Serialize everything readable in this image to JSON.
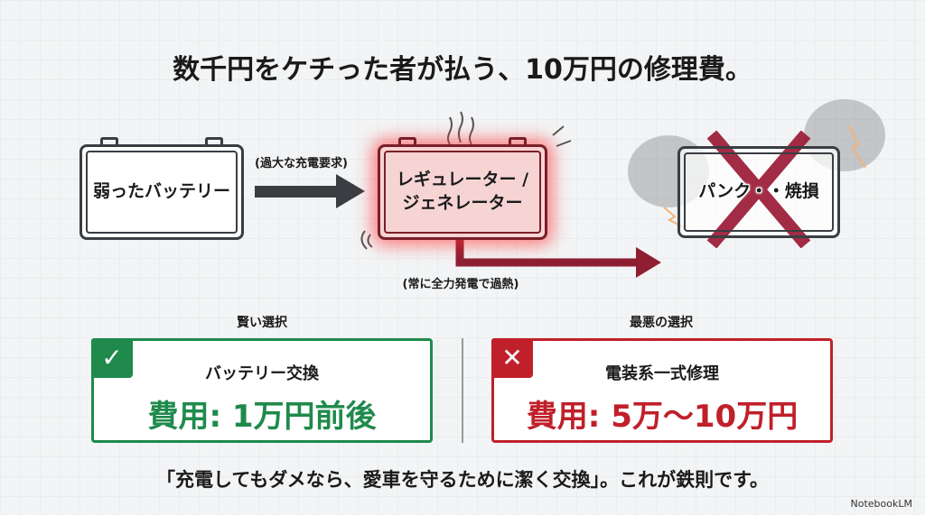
{
  "title": "数千円をケチった者が払う、10万円の修理費。",
  "flow": {
    "weak_battery": "弱ったバッテリー",
    "arrow1_label": "(過大な充電要求)",
    "regulator": "レギュレーター /\nジェネレーター",
    "arrow2_label": "(常に全力発電で過熱)",
    "result": "パンク・・焼損"
  },
  "choices": {
    "good": {
      "heading": "賢い選択",
      "badge_icon": "check-icon",
      "item": "バッテリー交換",
      "cost": "費用: 1万円前後",
      "color": "#1f8a4c"
    },
    "bad": {
      "heading": "最悪の選択",
      "badge_icon": "x-icon",
      "item": "電装系一式修理",
      "cost": "費用: 5万〜10万円",
      "color": "#c0202a"
    }
  },
  "footer": "「充電してもダメなら、愛車を守るために潔く交換」。これが鉄則です。",
  "watermark": "NotebookLM",
  "colors": {
    "dark": "#3a3d42",
    "maroon": "#8e1f33",
    "red_glow": "#ff3030"
  }
}
